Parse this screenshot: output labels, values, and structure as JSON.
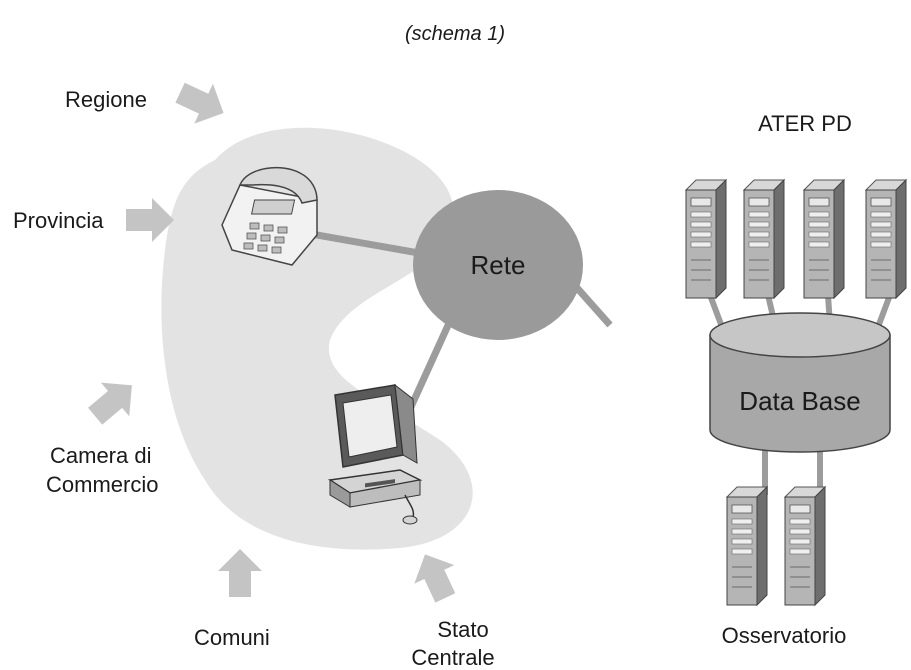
{
  "title": "(schema 1)",
  "sources": {
    "regione": "Regione",
    "provincia": "Provincia",
    "camera_line1": "Camera di",
    "camera_line2": "Commercio",
    "comuni": "Comuni",
    "stato_line1": "Stato",
    "stato_line2": "Centrale"
  },
  "network": {
    "label": "Rete"
  },
  "ater": {
    "label": "ATER PD"
  },
  "database": {
    "label": "Data Base"
  },
  "observatory": {
    "label": "Osservatorio"
  },
  "colors": {
    "blob": "#e3e3e3",
    "arrow": "#c4c4c4",
    "circle": "#9a9a9a",
    "connector": "#9c9c9c",
    "db_side": "#a8a8a8",
    "db_top": "#c6c6c6",
    "server_body": "#8f8f8f",
    "server_front": "#e0e0e0"
  },
  "icons": [
    "phone-icon",
    "computer-icon",
    "server-icon",
    "database-icon",
    "arrow-icon"
  ]
}
